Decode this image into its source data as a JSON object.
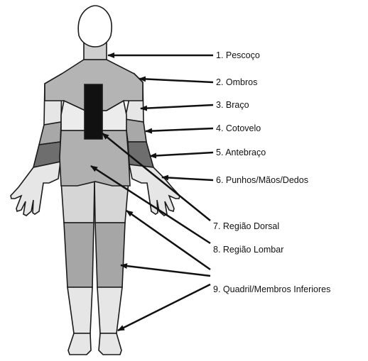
{
  "labels": [
    {
      "id": "neck",
      "text": "1. Pescoço"
    },
    {
      "id": "shoulders",
      "text": "2. Ombros"
    },
    {
      "id": "upper-arm",
      "text": "3. Braço"
    },
    {
      "id": "elbow",
      "text": "4. Cotovelo"
    },
    {
      "id": "forearm",
      "text": "5. Antebraço"
    },
    {
      "id": "wrists-hands-fingers",
      "text": "6. Punhos/Mãos/Dedos"
    },
    {
      "id": "upper-back",
      "text": "7. Região Dorsal"
    },
    {
      "id": "lower-back",
      "text": "8. Região Lombar"
    },
    {
      "id": "hips-lower-limbs",
      "text": "9. Quadril/Membros Inferiores"
    }
  ],
  "colors": {
    "outline": "#1a1a1a",
    "skin_light": "#e6e6e6",
    "region_light": "#d2d2d2",
    "region_mid": "#b4b4b4",
    "region_mid2": "#a6a6a6",
    "region_dark": "#7a7a7a",
    "upper_back": "#111111",
    "arrow": "#111111"
  }
}
